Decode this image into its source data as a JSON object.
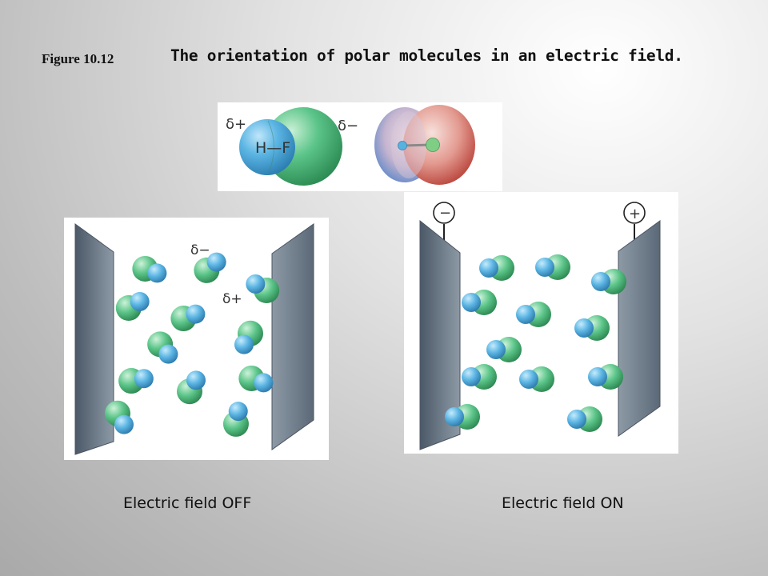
{
  "figure": {
    "number": "Figure 10.12",
    "title": "The orientation of polar molecules in an electric field."
  },
  "hf_model": {
    "delta_plus": "δ+",
    "delta_minus": "δ−",
    "bond_label": "H—F"
  },
  "panel_off": {
    "delta_minus": "δ−",
    "delta_plus": "δ+",
    "caption": "Electric field OFF"
  },
  "panel_on": {
    "negative_sign": "−",
    "positive_sign": "+",
    "caption": "Electric field ON"
  },
  "colors": {
    "hydrogen": "#5bb5e3",
    "fluorine": "#5cc589",
    "plate": "#6d7c8b",
    "positive_region": "#c4463d",
    "negative_region": "#4f80c7"
  }
}
